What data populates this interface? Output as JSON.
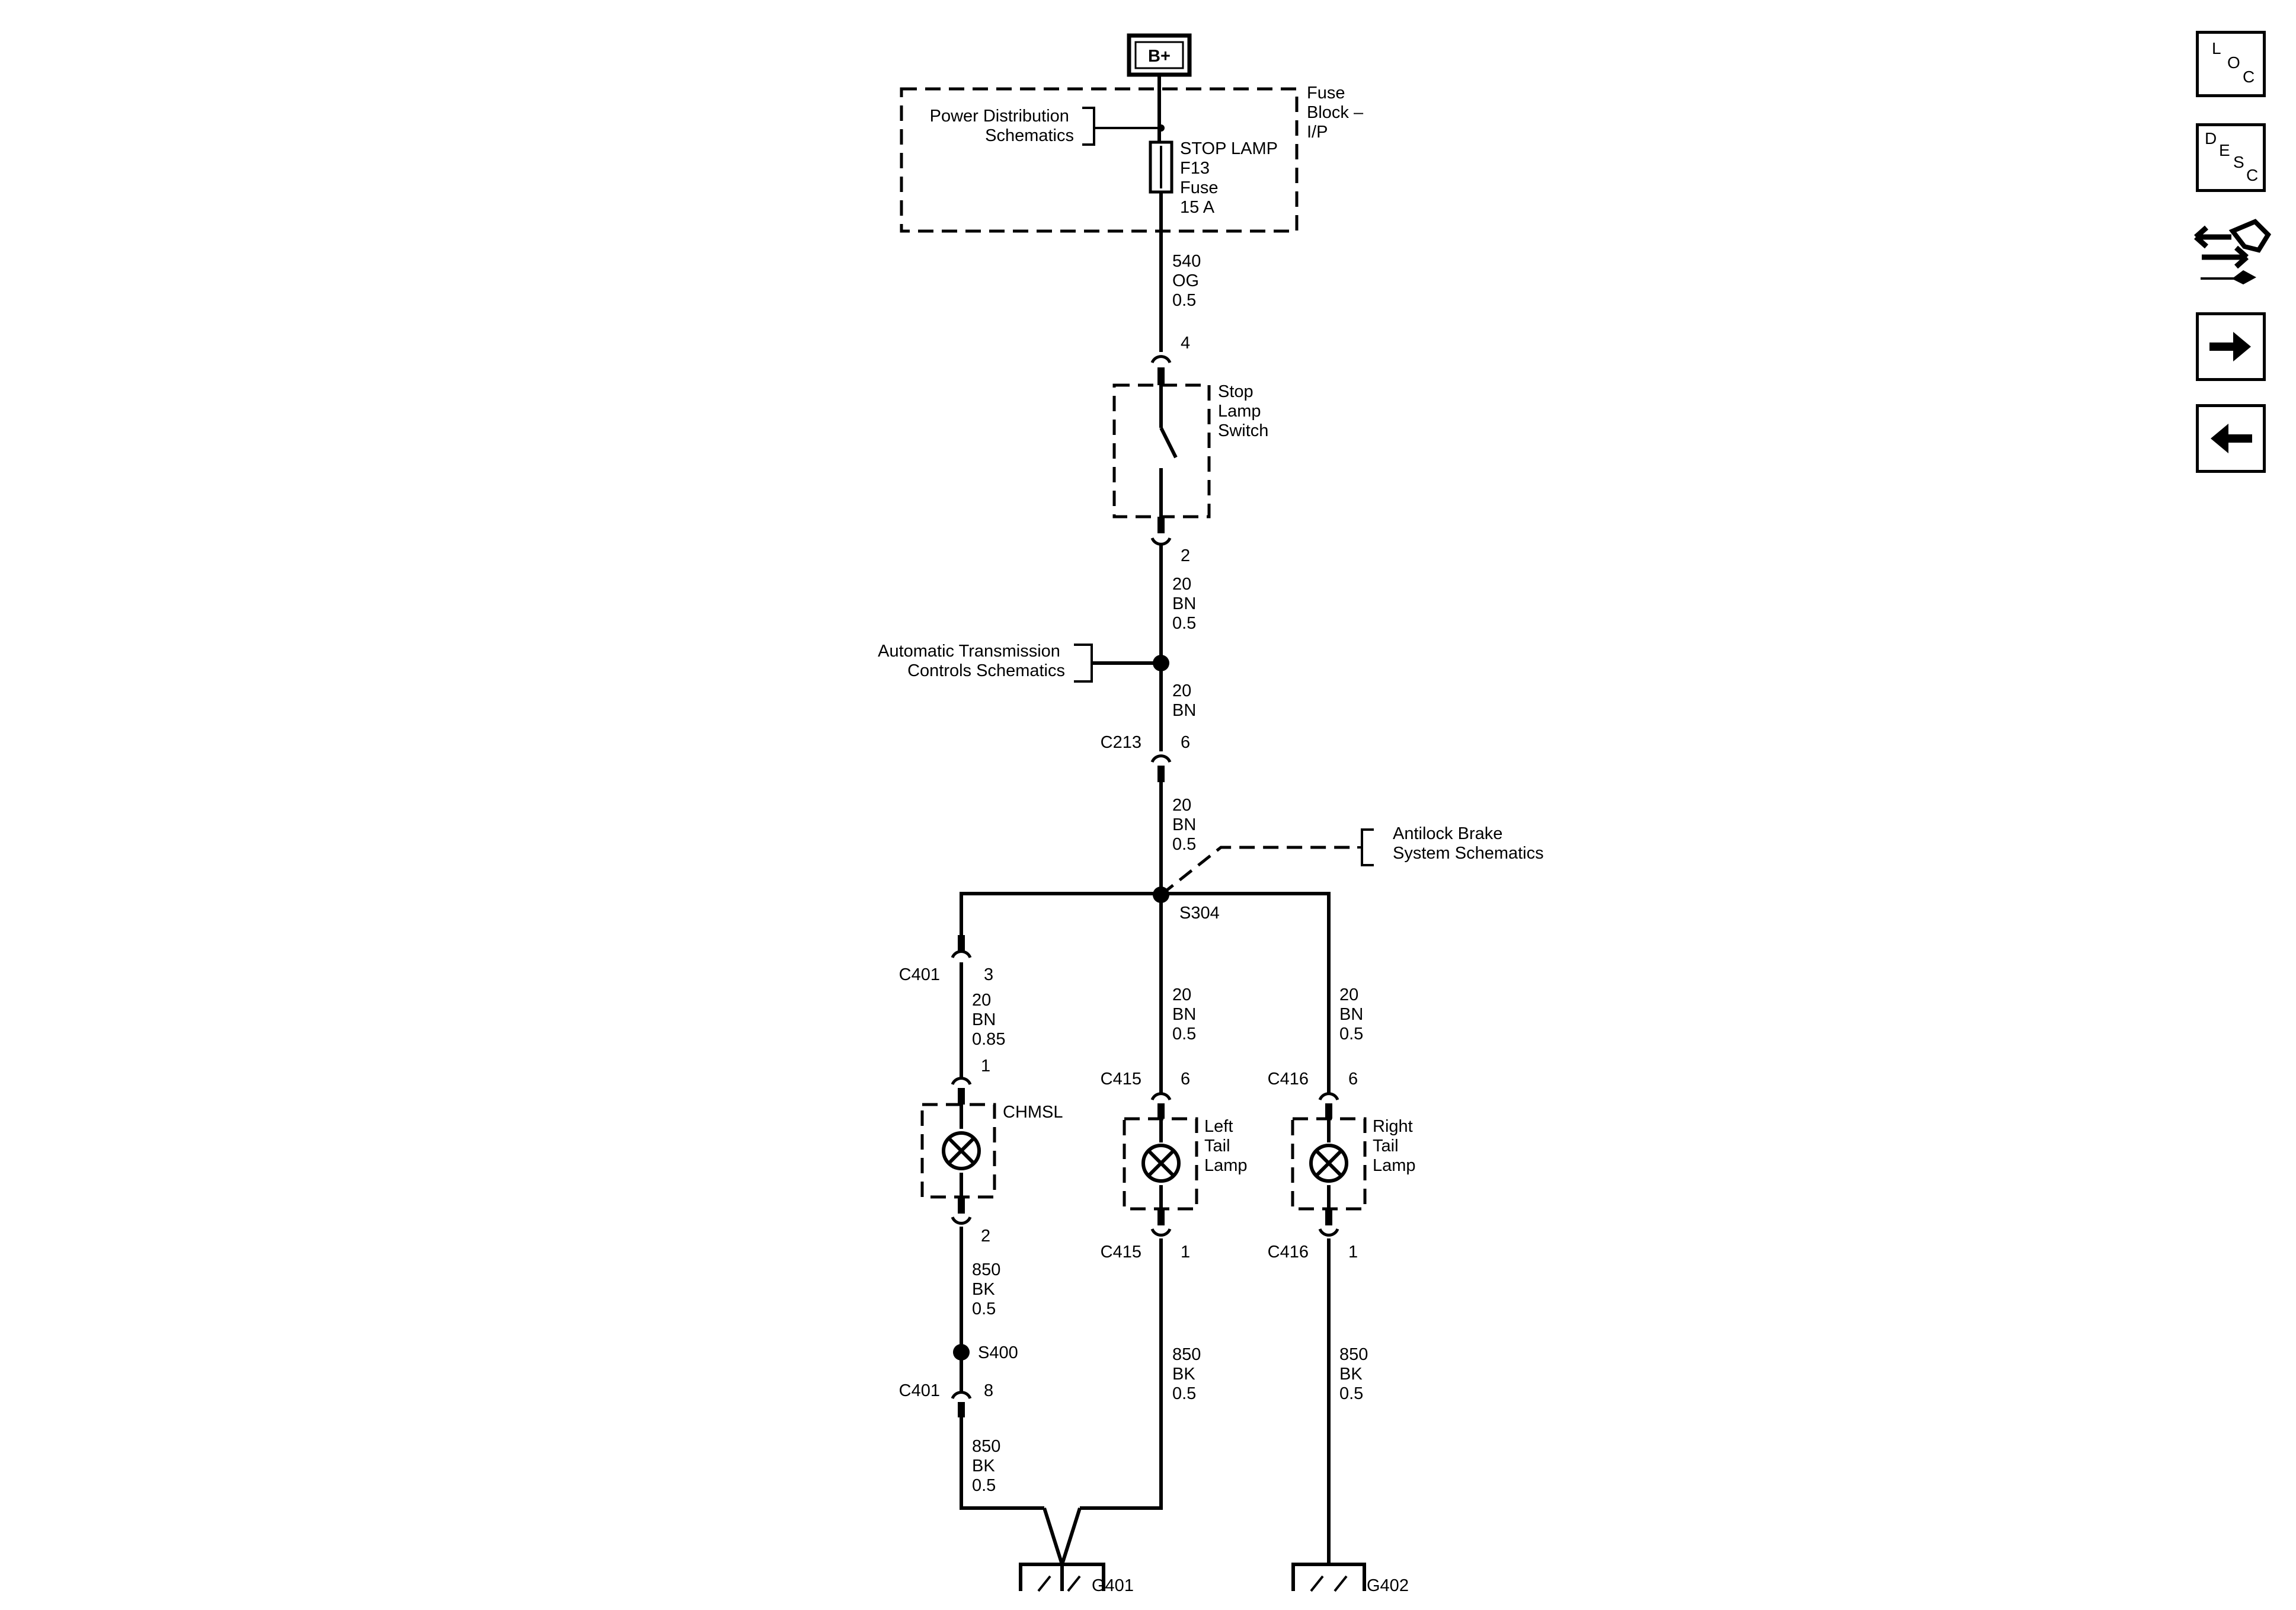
{
  "power": {
    "label": "B+"
  },
  "fuse_block": {
    "title_lines": [
      "Fuse",
      "Block –",
      "I/P"
    ],
    "fuse_lines": [
      "STOP LAMP",
      "F13",
      "Fuse",
      "15 A"
    ],
    "ref_lines": [
      "Power Distribution",
      "Schematics"
    ]
  },
  "wires": {
    "w540": [
      "540",
      "OG",
      "0.5"
    ],
    "w20_a": [
      "20",
      "BN",
      "0.5"
    ],
    "w20_b": [
      "20",
      "BN"
    ],
    "w20_c": [
      "20",
      "BN",
      "0.5"
    ],
    "w20_chmsl": [
      "20",
      "BN",
      "0.85"
    ],
    "w20_left": [
      "20",
      "BN",
      "0.5"
    ],
    "w20_right": [
      "20",
      "BN",
      "0.5"
    ],
    "w850_chmsl": [
      "850",
      "BK",
      "0.5"
    ],
    "w850_g401": [
      "850",
      "BK",
      "0.5"
    ],
    "w850_left": [
      "850",
      "BK",
      "0.5"
    ],
    "w850_right": [
      "850",
      "BK",
      "0.5"
    ]
  },
  "stop_lamp_switch": {
    "name_lines": [
      "Stop",
      "Lamp",
      "Switch"
    ],
    "pin_in": "4",
    "pin_out": "2"
  },
  "refs": {
    "auto_trans": [
      "Automatic Transmission",
      "Controls Schematics"
    ],
    "abs": [
      "Antilock Brake",
      "System Schematics"
    ]
  },
  "connectors": {
    "c213": {
      "name": "C213",
      "pin": "6"
    },
    "c401_top": {
      "name": "C401",
      "pin": "3"
    },
    "c401_bottom": {
      "name": "C401",
      "pin": "8"
    },
    "c415_top": {
      "name": "C415",
      "pin": "6"
    },
    "c415_bottom": {
      "name": "C415",
      "pin": "1"
    },
    "c416_top": {
      "name": "C416",
      "pin": "6"
    },
    "c416_bottom": {
      "name": "C416",
      "pin": "1"
    }
  },
  "splices": {
    "s304": "S304",
    "s400": "S400"
  },
  "lamps": {
    "chmsl": {
      "name_lines": [
        "CHMSL"
      ],
      "pin_in": "1",
      "pin_out": "2"
    },
    "left": {
      "name_lines": [
        "Left",
        "Tail",
        "Lamp"
      ]
    },
    "right": {
      "name_lines": [
        "Right",
        "Tail",
        "Lamp"
      ]
    }
  },
  "grounds": {
    "g401": "G401",
    "g402": "G402"
  },
  "nav": {
    "loc_letters": [
      "L",
      "O",
      "C"
    ],
    "desc_letters": [
      "D",
      "E",
      "S",
      "C"
    ],
    "icons": [
      "loc-icon",
      "desc-icon",
      "connector-repair-icon",
      "arrow-right-icon",
      "arrow-left-icon"
    ]
  }
}
